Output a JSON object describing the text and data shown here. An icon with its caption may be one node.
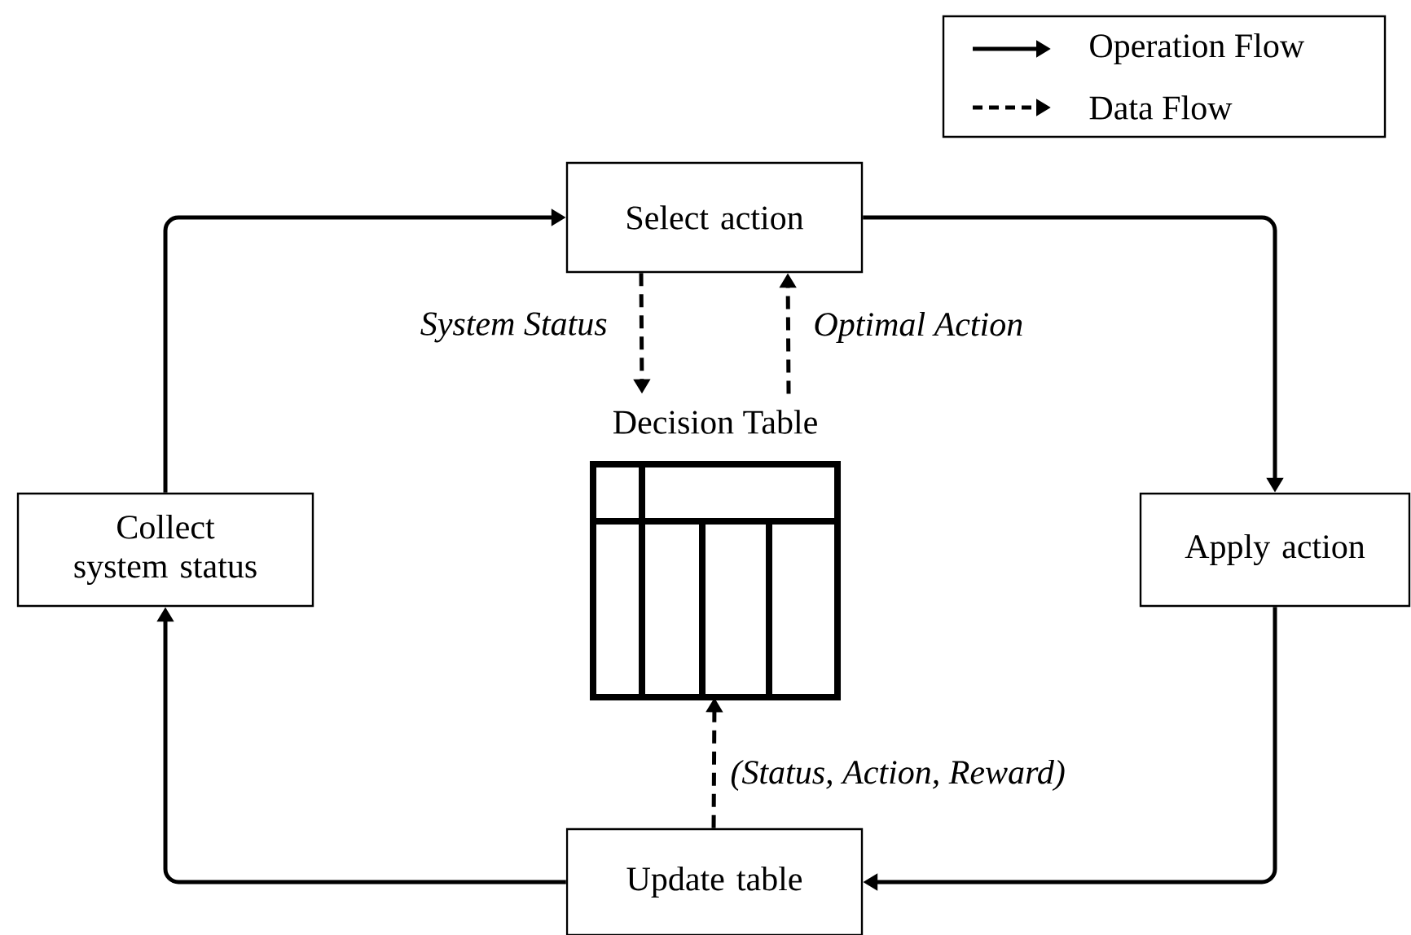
{
  "diagram": {
    "nodes": [
      {
        "text": [
          "Select action"
        ]
      },
      {
        "text": [
          "Collect system status"
        ]
      },
      {
        "text": [
          "Apply action"
        ]
      },
      {
        "text": [
          "Update table"
        ]
      },
      {
        "text": [
          "Decision Table"
        ]
      }
    ],
    "edges": [
      {
        "from": 1,
        "to": 0,
        "arrow": "to"
      },
      {
        "from": 0,
        "to": 2,
        "arrow": "to"
      },
      {
        "from": 2,
        "to": 3,
        "arrow": "to"
      },
      {
        "from": 3,
        "to": 1,
        "arrow": "to"
      },
      {
        "from": 0,
        "to": 4,
        "arrow": "to",
        "style": "dashed",
        "label": "System Status"
      },
      {
        "from": 4,
        "to": 0,
        "arrow": "to",
        "style": "dashed",
        "label": "Optimal Action"
      },
      {
        "from": 3,
        "to": 4,
        "arrow": "to",
        "style": "dashed",
        "label": "(Status, Action, Reward)"
      }
    ],
    "legend": [
      {
        "text": "Operation Flow"
      },
      {
        "text": "Data Flow"
      }
    ]
  }
}
